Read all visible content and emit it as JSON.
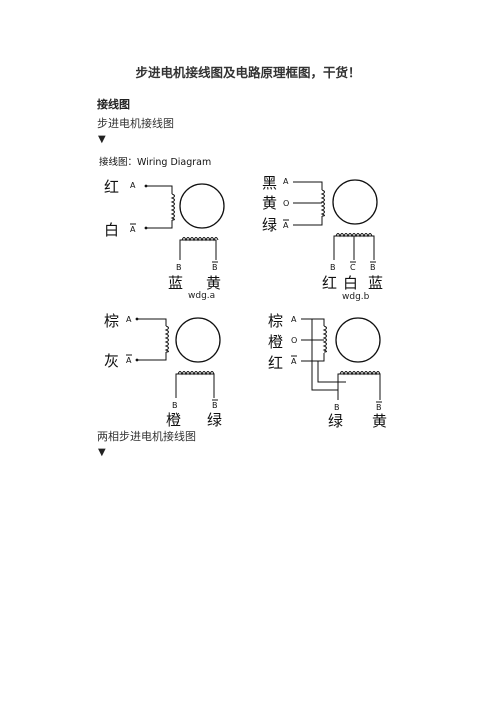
{
  "title": "步进电机接线图及电路原理框图，干货！",
  "section_heading": "接线图",
  "caption_1": "步进电机接线图",
  "arrow": "▼",
  "caption_2": "两相步进电机接线图",
  "diagram": {
    "header": "接线图：Wiring Diagram",
    "a": {
      "left_wires": [
        "红",
        "白"
      ],
      "left_pins": [
        "A",
        "A"
      ],
      "bottom_pins": [
        "B",
        "B"
      ],
      "bottom_wires": [
        "蓝",
        "黄"
      ],
      "label": "wdg.a"
    },
    "b": {
      "left_wires": [
        "黑",
        "黄",
        "绿"
      ],
      "left_pins": [
        "A",
        "O",
        "A"
      ],
      "bottom_pins": [
        "B",
        "C",
        "B"
      ],
      "bottom_wires": [
        "红",
        "白",
        "蓝"
      ],
      "label": "wdg.b"
    },
    "c": {
      "left_wires": [
        "棕",
        "灰"
      ],
      "left_pins": [
        "A",
        "A"
      ],
      "bottom_pins": [
        "B",
        "B"
      ],
      "bottom_wires": [
        "橙",
        "绿"
      ]
    },
    "d": {
      "left_wires": [
        "棕",
        "橙",
        "红"
      ],
      "left_pins": [
        "A",
        "O",
        "A"
      ],
      "bottom_pins": [
        "B",
        "B"
      ],
      "bottom_wires": [
        "绿",
        "黄"
      ]
    }
  }
}
